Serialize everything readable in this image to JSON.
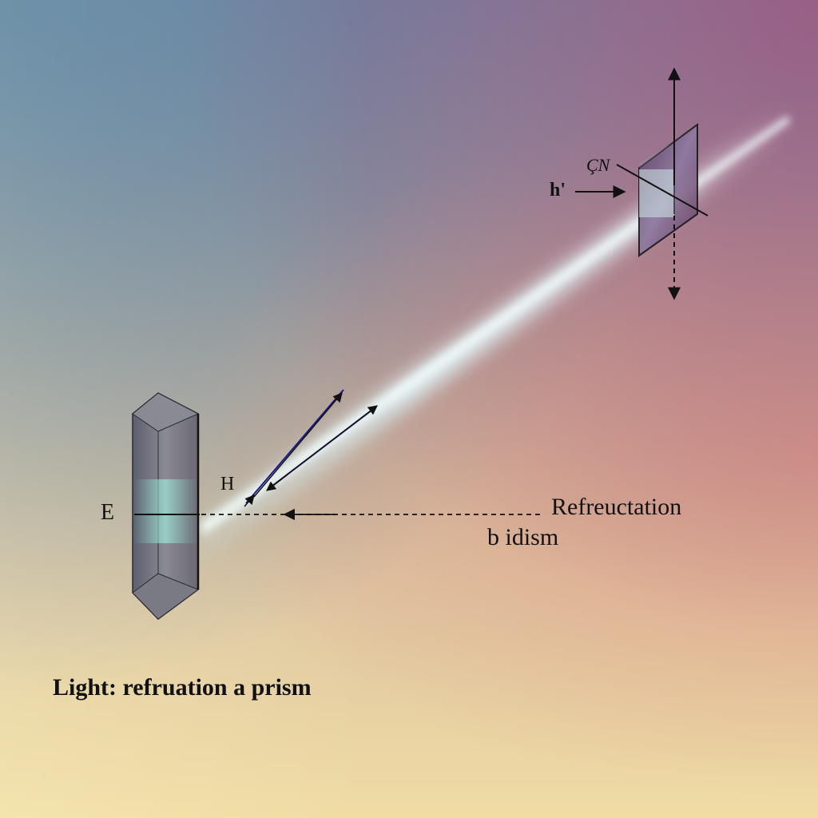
{
  "diagram": {
    "caption": "Light: refruation a prism",
    "labels": {
      "left_prism_edge": "E",
      "incidence_point": "H",
      "refraction_label": "Refreuctation",
      "refraction_sublabel": "b idism",
      "right_prism_top": "ÇN",
      "right_prism_side": "h'"
    },
    "colors": {
      "beam_glow": "#e8fbff",
      "beam_core": "#bfeeee",
      "prism_left": "#6a6a78",
      "prism_right": "#6e4a6e",
      "arrow_blue": "#1a1a8a",
      "line_black": "#111111"
    }
  }
}
